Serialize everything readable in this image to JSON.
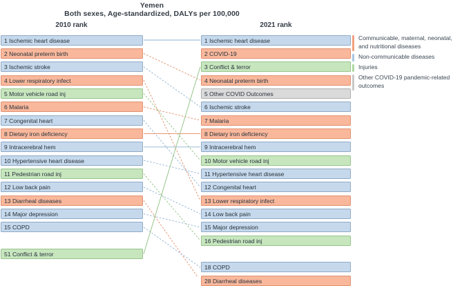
{
  "header": {
    "title": "Yemen",
    "subtitle": "Both sexes, Age-standardized, DALYs per 100,000",
    "left_column_header": "2010 rank",
    "right_column_header": "2021 rank"
  },
  "legend": {
    "items": [
      {
        "label": "Communicable, maternal, neonatal, and nutritional diseases",
        "key": "cmnn",
        "color": "#f2a07e"
      },
      {
        "label": "Non-communicable diseases",
        "key": "ncd",
        "color": "#a9c6e2"
      },
      {
        "label": "Injuries",
        "key": "inj",
        "color": "#aedba2"
      },
      {
        "label": "Other COVID-19 pandemic-related outcomes",
        "key": "cov",
        "color": "#c9c9c9"
      }
    ]
  },
  "chart_data": {
    "type": "table",
    "title": "Yemen",
    "subtitle": "Both sexes, Age-standardized, DALYs per 100,000",
    "xlabel": "",
    "ylabel": "",
    "columns": [
      "2010 rank",
      "2021 rank"
    ],
    "categories_legend": [
      "Communicable, maternal, neonatal, and nutritional diseases",
      "Non-communicable diseases",
      "Injuries",
      "Other COVID-19 pandemic-related outcomes"
    ],
    "left": [
      {
        "rank": "1",
        "name": "Ischemic heart disease",
        "cat": "ncd",
        "slot": 0
      },
      {
        "rank": "2",
        "name": "Neonatal preterm birth",
        "cat": "cmnn",
        "slot": 1
      },
      {
        "rank": "3",
        "name": "Ischemic stroke",
        "cat": "ncd",
        "slot": 2
      },
      {
        "rank": "4",
        "name": "Lower respiratory infect",
        "cat": "cmnn",
        "slot": 3
      },
      {
        "rank": "5",
        "name": "Motor vehicle road inj",
        "cat": "inj",
        "slot": 4
      },
      {
        "rank": "6",
        "name": "Malaria",
        "cat": "cmnn",
        "slot": 5
      },
      {
        "rank": "7",
        "name": "Congenital heart",
        "cat": "ncd",
        "slot": 6
      },
      {
        "rank": "8",
        "name": "Dietary iron deficiency",
        "cat": "cmnn",
        "slot": 7
      },
      {
        "rank": "9",
        "name": "Intracerebral hem",
        "cat": "ncd",
        "slot": 8
      },
      {
        "rank": "10",
        "name": "Hypertensive heart disease",
        "cat": "ncd",
        "slot": 9
      },
      {
        "rank": "11",
        "name": "Pedestrian road inj",
        "cat": "inj",
        "slot": 10
      },
      {
        "rank": "12",
        "name": "Low back pain",
        "cat": "ncd",
        "slot": 11
      },
      {
        "rank": "13",
        "name": "Diarrheal diseases",
        "cat": "cmnn",
        "slot": 12
      },
      {
        "rank": "14",
        "name": "Major depression",
        "cat": "ncd",
        "slot": 13
      },
      {
        "rank": "15",
        "name": "COPD",
        "cat": "ncd",
        "slot": 14
      },
      {
        "rank": "51",
        "name": "Conflict & terror",
        "cat": "inj",
        "slot": 16
      }
    ],
    "right": [
      {
        "rank": "1",
        "name": "Ischemic heart disease",
        "cat": "ncd",
        "slot": 0
      },
      {
        "rank": "2",
        "name": "COVID-19",
        "cat": "cmnn",
        "slot": 1
      },
      {
        "rank": "3",
        "name": "Conflict & terror",
        "cat": "inj",
        "slot": 2
      },
      {
        "rank": "4",
        "name": "Neonatal preterm birth",
        "cat": "cmnn",
        "slot": 3
      },
      {
        "rank": "5",
        "name": "Other COVID Outcomes",
        "cat": "cov",
        "slot": 4
      },
      {
        "rank": "6",
        "name": "Ischemic stroke",
        "cat": "ncd",
        "slot": 5
      },
      {
        "rank": "7",
        "name": "Malaria",
        "cat": "cmnn",
        "slot": 6
      },
      {
        "rank": "8",
        "name": "Dietary iron deficiency",
        "cat": "cmnn",
        "slot": 7
      },
      {
        "rank": "9",
        "name": "Intracerebral hem",
        "cat": "ncd",
        "slot": 8
      },
      {
        "rank": "10",
        "name": "Motor vehicle road inj",
        "cat": "inj",
        "slot": 9
      },
      {
        "rank": "11",
        "name": "Hypertensive heart disease",
        "cat": "ncd",
        "slot": 10
      },
      {
        "rank": "12",
        "name": "Congenital heart",
        "cat": "ncd",
        "slot": 11
      },
      {
        "rank": "13",
        "name": "Lower respiratory infect",
        "cat": "cmnn",
        "slot": 12
      },
      {
        "rank": "14",
        "name": "Low back pain",
        "cat": "ncd",
        "slot": 13
      },
      {
        "rank": "15",
        "name": "Major depression",
        "cat": "ncd",
        "slot": 14
      },
      {
        "rank": "16",
        "name": "Pedestrian road inj",
        "cat": "inj",
        "slot": 15
      },
      {
        "rank": "18",
        "name": "COPD",
        "cat": "ncd",
        "slot": 17
      },
      {
        "rank": "28",
        "name": "Diarrheal diseases",
        "cat": "cmnn",
        "slot": 18
      }
    ],
    "links": [
      {
        "name": "Ischemic heart disease",
        "cat": "ncd",
        "from": 0,
        "to": 0,
        "changed": false
      },
      {
        "name": "Neonatal preterm birth",
        "cat": "cmnn",
        "from": 1,
        "to": 3,
        "changed": true
      },
      {
        "name": "Ischemic stroke",
        "cat": "ncd",
        "from": 2,
        "to": 5,
        "changed": true
      },
      {
        "name": "Lower respiratory infect",
        "cat": "cmnn",
        "from": 3,
        "to": 12,
        "changed": true
      },
      {
        "name": "Motor vehicle road inj",
        "cat": "inj",
        "from": 4,
        "to": 9,
        "changed": true
      },
      {
        "name": "Malaria",
        "cat": "cmnn",
        "from": 5,
        "to": 6,
        "changed": true
      },
      {
        "name": "Congenital heart",
        "cat": "ncd",
        "from": 6,
        "to": 11,
        "changed": true
      },
      {
        "name": "Dietary iron deficiency",
        "cat": "cmnn",
        "from": 7,
        "to": 7,
        "changed": false
      },
      {
        "name": "Intracerebral hem",
        "cat": "ncd",
        "from": 8,
        "to": 8,
        "changed": false
      },
      {
        "name": "Hypertensive heart disease",
        "cat": "ncd",
        "from": 9,
        "to": 10,
        "changed": true
      },
      {
        "name": "Pedestrian road inj",
        "cat": "inj",
        "from": 10,
        "to": 15,
        "changed": true
      },
      {
        "name": "Low back pain",
        "cat": "ncd",
        "from": 11,
        "to": 13,
        "changed": true
      },
      {
        "name": "Diarrheal diseases",
        "cat": "cmnn",
        "from": 12,
        "to": 18,
        "changed": true
      },
      {
        "name": "Major depression",
        "cat": "ncd",
        "from": 13,
        "to": 14,
        "changed": true
      },
      {
        "name": "COPD",
        "cat": "ncd",
        "from": 14,
        "to": 17,
        "changed": true
      },
      {
        "name": "Conflict & terror",
        "cat": "inj",
        "from": 16,
        "to": 2,
        "changed": false
      }
    ]
  }
}
